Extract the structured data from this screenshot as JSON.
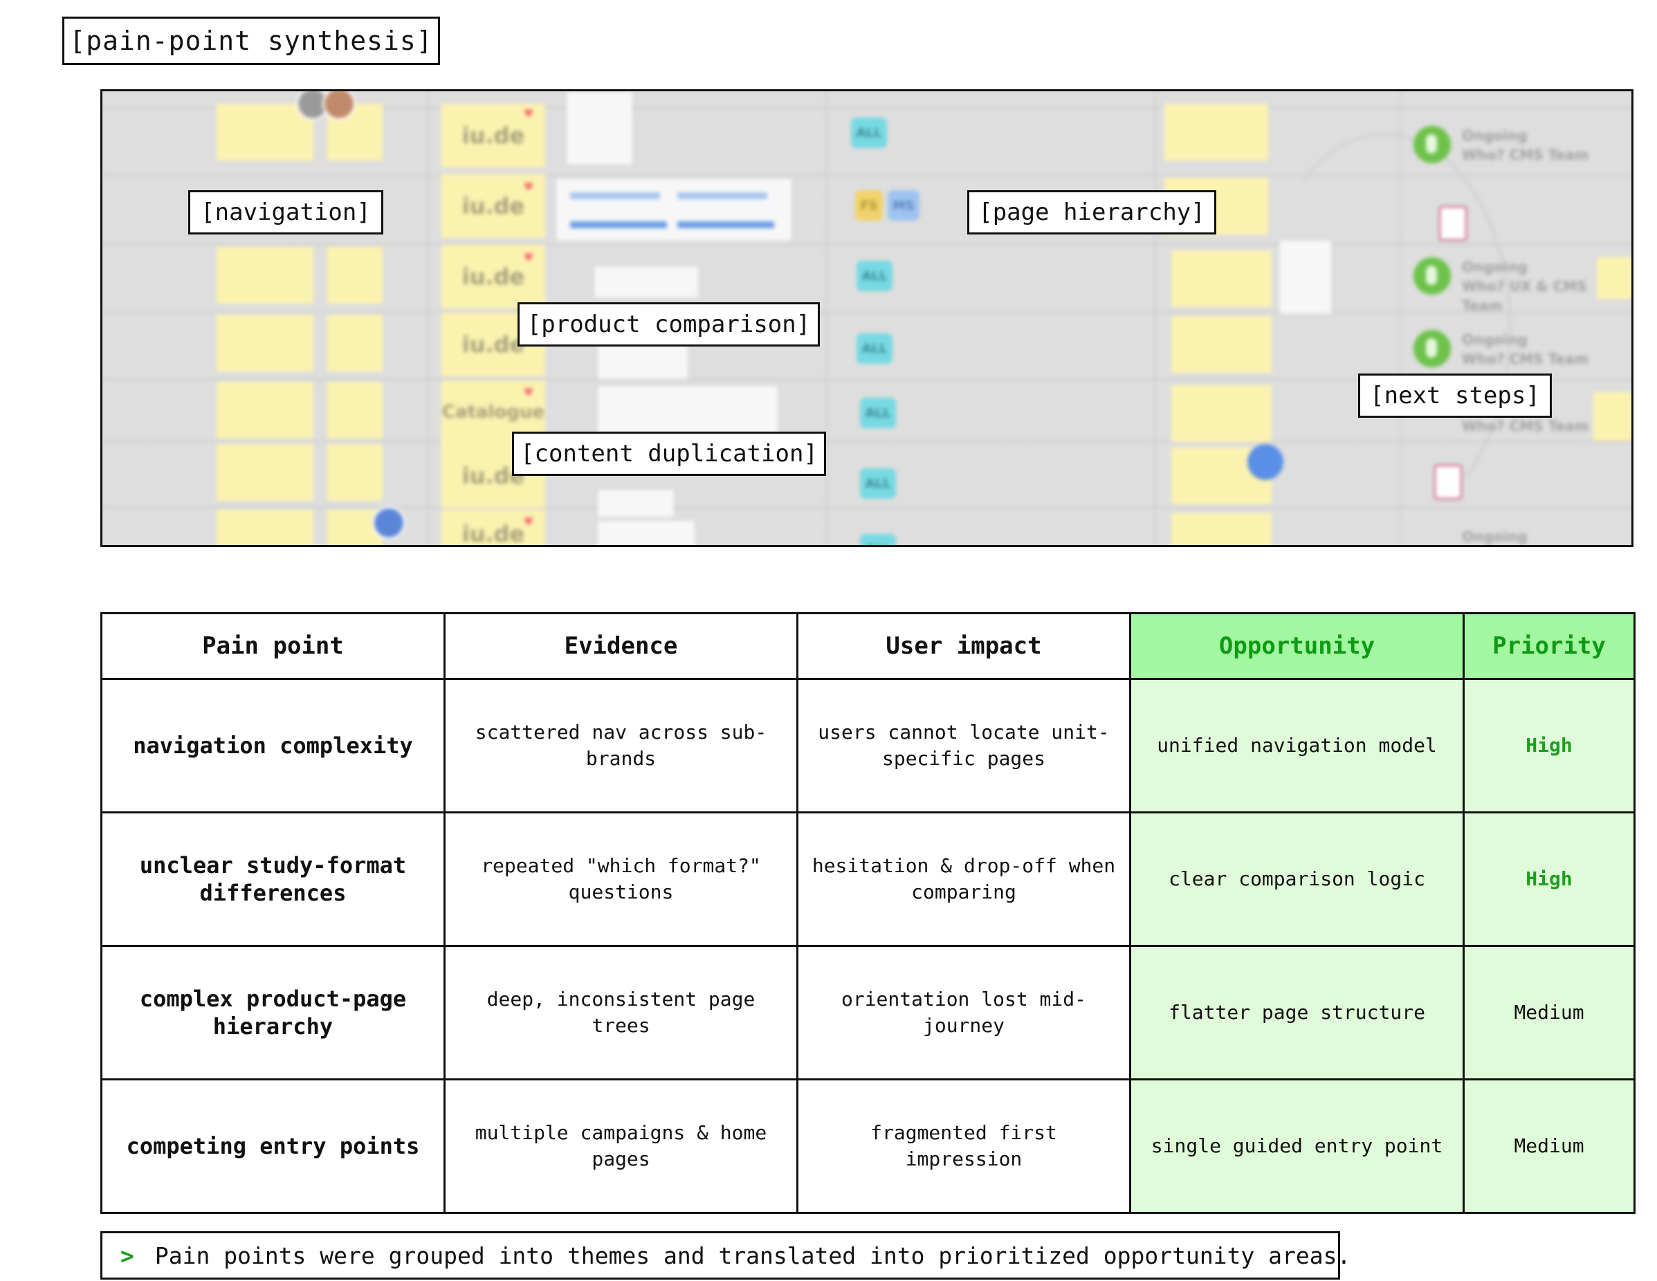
{
  "title": "[pain-point synthesis]",
  "board": {
    "labels": {
      "navigation": "[navigation]",
      "product_comparison": "[product comparison]",
      "content_duplication": "[content duplication]",
      "page_hierarchy": "[page hierarchy]",
      "next_steps": "[next steps]"
    },
    "sticky_texts": [
      "iu.de",
      "iu.de",
      "iu.de",
      "iu.de",
      "Catalogue",
      "iu.de",
      "iu.de"
    ],
    "tags": [
      "ALL",
      "FS",
      "MS",
      "ALL",
      "ALL",
      "ALL",
      "ALL",
      "ALL"
    ],
    "status_lines": [
      "Ongoing",
      "Who? CMS Team",
      "Ongoing",
      "Who? UX & CMS Team",
      "Ongoing",
      "Who? CMS Team",
      "Who? CMS Team",
      "Ongoing"
    ]
  },
  "table": {
    "headers": [
      "Pain point",
      "Evidence",
      "User impact",
      "Opportunity",
      "Priority"
    ],
    "rows": [
      {
        "pain": "navigation complexity",
        "evidence": "scattered nav across sub-brands",
        "impact": "users cannot locate unit-specific pages",
        "opportunity": "unified navigation model",
        "priority": "High"
      },
      {
        "pain": "unclear study-format differences",
        "evidence": "repeated \"which format?\" questions",
        "impact": "hesitation & drop-off when comparing",
        "opportunity": "clear comparison logic",
        "priority": "High"
      },
      {
        "pain": "complex product-page hierarchy",
        "evidence": "deep, inconsistent page trees",
        "impact": "orientation lost mid-journey",
        "opportunity": "flatter page structure",
        "priority": "Medium"
      },
      {
        "pain": "competing entry points",
        "evidence": "multiple campaigns & home pages",
        "impact": "fragmented first impression",
        "opportunity": "single guided entry point",
        "priority": "Medium"
      }
    ]
  },
  "summary": {
    "prompt": ">",
    "text": "Pain points were grouped into themes and translated into prioritized opportunity areas."
  },
  "colors": {
    "opportunity_header_bg": "#a3f7a1",
    "opportunity_cell_bg": "#e0fbd9",
    "high_priority_text": "#1a9f1e",
    "sticky_yellow": "#fbf2b0",
    "tag_cyan": "#77d9e2",
    "board_bg": "#dedede"
  }
}
